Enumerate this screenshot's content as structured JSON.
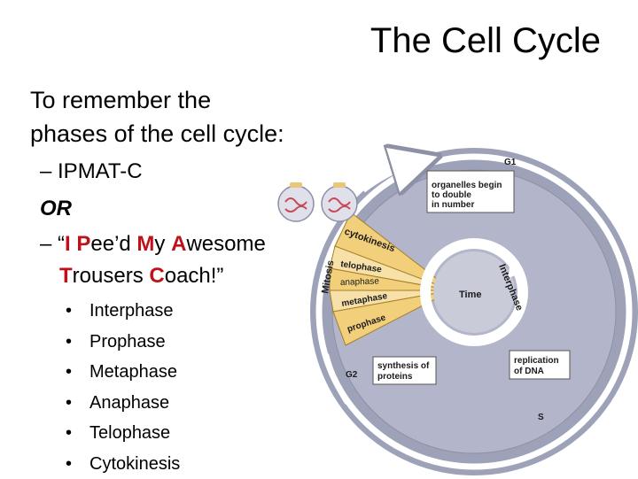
{
  "slide": {
    "title": "The Cell Cycle",
    "intro_line1": "To remember the",
    "intro_line2": "phases of the cell cycle:",
    "mnemonic1": "– IPMAT-C",
    "or_label": "OR",
    "mnemonic2": {
      "dash": "– “",
      "w1_first": "I",
      "w2_first": "P",
      "w2_rest": "ee’d",
      "w3_first": "M",
      "w3_rest": "y",
      "w4_first": "A",
      "w4_rest": "wesome",
      "w5_first": "T",
      "w5_rest": "rousers",
      "w6_first": "C",
      "w6_rest": "oach!”"
    },
    "phases": [
      "Interphase",
      "Prophase",
      "Metaphase",
      "Anaphase",
      "Telophase",
      "Cytokinesis"
    ],
    "bullet": "•",
    "highlight_color": "#c0101a"
  },
  "diagram": {
    "g1": "G1",
    "g2": "G2",
    "s": "S",
    "mitosis": "Mitosis",
    "interphase": "Interphase",
    "time": "Time",
    "box_organelles": [
      "organelles begin",
      "to double",
      "in number"
    ],
    "box_replication": [
      "replication",
      "of DNA"
    ],
    "box_synthesis": [
      "synthesis of",
      "proteins"
    ],
    "wedges": [
      "cytokinesis",
      "telophase",
      "anaphase",
      "metaphase",
      "prophase"
    ],
    "colors": {
      "outer_ring": "#9da2b8",
      "inner_disc": "#b3b6cb",
      "time_center": "#c9cbd9",
      "wedge_fill": "#f2cf7a",
      "wedge_fill_light": "#f7e1a8"
    }
  }
}
